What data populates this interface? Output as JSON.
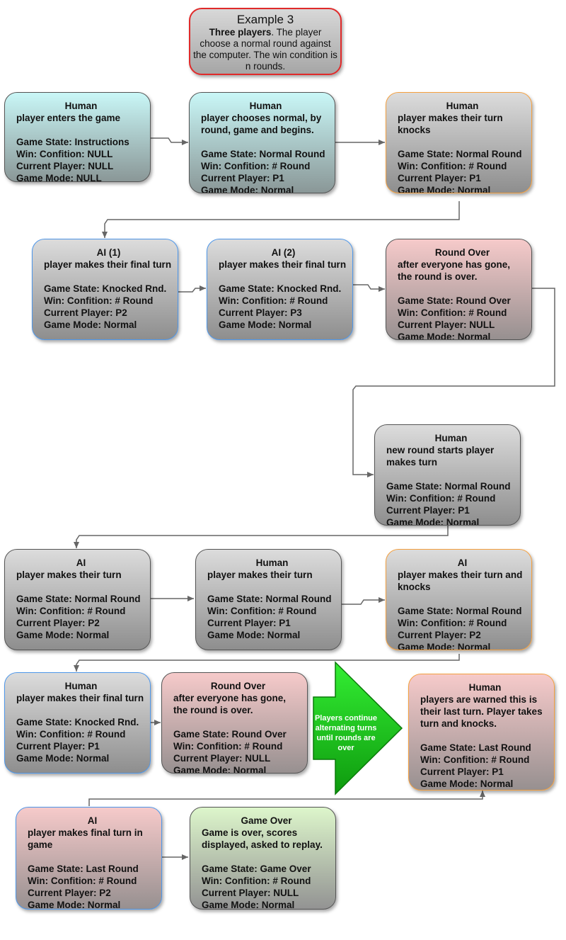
{
  "intro": {
    "heading": "Example 3",
    "bold": "Three players",
    "text": ". The player choose a normal round against the computer. The win condition is n rounds."
  },
  "labels": {
    "state": "Game State: ",
    "win": "Win: Confition: ",
    "player": "Current Player: ",
    "mode": "Game Mode: "
  },
  "nodes": [
    {
      "title": "Human",
      "desc": "player enters the game",
      "state": "Instructions",
      "win": "NULL",
      "player": "NULL",
      "mode": "NULL",
      "fill": "cyan",
      "border": "dark"
    },
    {
      "title": "Human",
      "desc": "player chooses normal, by round, game and begins.",
      "state": "Normal Round",
      "win": "# Round",
      "player": "P1",
      "mode": "Normal",
      "fill": "cyan",
      "border": "dark"
    },
    {
      "title": "Human",
      "desc": "player makes their turn knocks",
      "state": "Normal Round",
      "win": "# Round",
      "player": "P1",
      "mode": "Normal",
      "fill": "gray",
      "border": "orange"
    },
    {
      "title": "AI (1)",
      "desc": "player makes their final turn",
      "state": "Knocked Rnd.",
      "win": "# Round",
      "player": "P2",
      "mode": "Normal",
      "fill": "gray",
      "border": "blue"
    },
    {
      "title": "AI (2)",
      "desc": "player makes their final turn",
      "state": "Knocked Rnd.",
      "win": "# Round",
      "player": "P3",
      "mode": "Normal",
      "fill": "gray",
      "border": "blue"
    },
    {
      "title": "Round Over",
      "desc": "after everyone has gone, the round is over.",
      "state": "Round Over",
      "win": "# Round",
      "player": "NULL",
      "mode": "Normal",
      "fill": "pink",
      "border": "dark"
    },
    {
      "title": "Human",
      "desc": "new round starts player makes turn",
      "state": "Normal Round",
      "win": "# Round",
      "player": "P1",
      "mode": "Normal",
      "fill": "gray",
      "border": "dark"
    },
    {
      "title": "AI",
      "desc": "player makes their turn",
      "state": "Normal Round",
      "win": "# Round",
      "player": "P2",
      "mode": "Normal",
      "fill": "gray",
      "border": "dark"
    },
    {
      "title": "Human",
      "desc": "player makes their turn",
      "state": "Normal Round",
      "win": "# Round",
      "player": "P1",
      "mode": "Normal",
      "fill": "gray",
      "border": "dark"
    },
    {
      "title": "AI",
      "desc": "player makes their turn and knocks",
      "state": "Normal Round",
      "win": "# Round",
      "player": "P2",
      "mode": "Normal",
      "fill": "gray",
      "border": "orange"
    },
    {
      "title": "Human",
      "desc": "player makes their final turn",
      "state": "Knocked Rnd.",
      "win": "# Round",
      "player": "P1",
      "mode": "Normal",
      "fill": "gray",
      "border": "blue"
    },
    {
      "title": "Round Over",
      "desc": "after everyone has gone, the round is over.",
      "state": "Round Over",
      "win": "# Round",
      "player": "NULL",
      "mode": "Normal",
      "fill": "pink",
      "border": "dark"
    },
    {
      "title": "Human",
      "desc": "players are warned this is their last turn. Player takes turn and knocks.",
      "state": "Last Round",
      "win": "# Round",
      "player": "P1",
      "mode": "Normal",
      "fill": "pink",
      "border": "orange"
    },
    {
      "title": "AI",
      "desc": "player makes final turn in game",
      "state": "Last Round",
      "win": "# Round",
      "player": "P2",
      "mode": "Normal",
      "fill": "pink",
      "border": "blue"
    },
    {
      "title": "Game Over",
      "desc": "Game is over, scores displayed, asked to replay.",
      "state": "Game Over",
      "win": "# Round",
      "player": "NULL",
      "mode": "Normal",
      "fill": "green",
      "border": "dark"
    }
  ],
  "big_arrow": {
    "text": "Players continue alternating turns until rounds are over",
    "color": "#22cc22"
  },
  "colors": {
    "connector": "#666666",
    "border_orange": "#f4a040",
    "border_blue": "#4e97ea",
    "border_red": "#e02a2a"
  }
}
